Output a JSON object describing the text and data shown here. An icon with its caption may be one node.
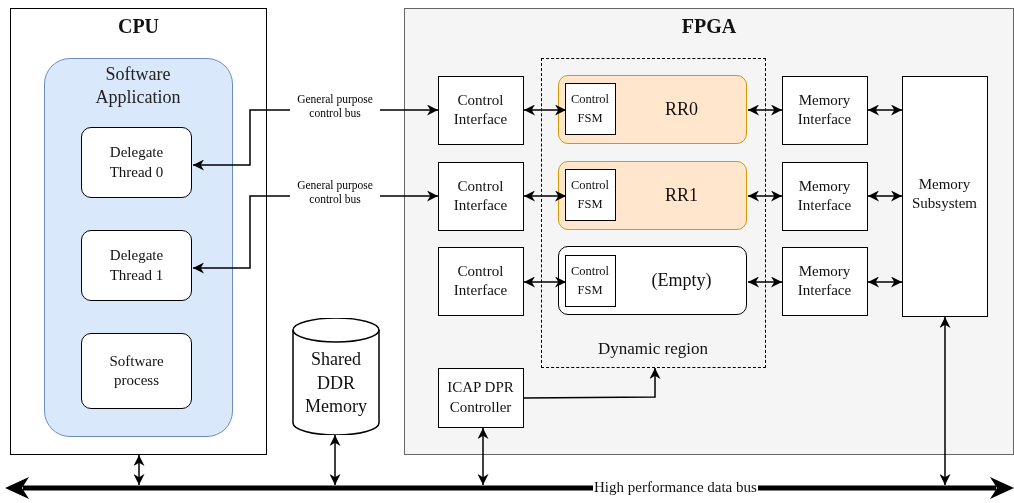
{
  "diagram": {
    "nodes": [
      {
        "text": [
          "CPU"
        ]
      },
      {
        "text": [
          "Software Application"
        ],
        "in": 0
      },
      {
        "text": [
          "Delegate Thread 0"
        ],
        "in": 1
      },
      {
        "text": [
          "Delegate Thread 1"
        ],
        "in": 1
      },
      {
        "text": [
          "Software process"
        ],
        "in": 1
      },
      {
        "text": [
          "Shared DDR Memory"
        ]
      },
      {
        "text": [
          "FPGA"
        ]
      },
      {
        "text": [
          "Control Interface"
        ],
        "in": 6
      },
      {
        "text": [
          "Control Interface"
        ],
        "in": 6
      },
      {
        "text": [
          "Control Interface"
        ],
        "in": 6
      },
      {
        "text": [
          "Dynamic region"
        ],
        "in": 6
      },
      {
        "text": [
          "RR0"
        ],
        "in": 10
      },
      {
        "text": [
          "Control FSM"
        ],
        "in": 11
      },
      {
        "text": [
          "RR1"
        ],
        "in": 10
      },
      {
        "text": [
          "Control FSM"
        ],
        "in": 13
      },
      {
        "text": [
          "(Empty)"
        ],
        "in": 10
      },
      {
        "text": [
          "Control FSM"
        ],
        "in": 15
      },
      {
        "text": [
          "Memory Interface"
        ],
        "in": 6
      },
      {
        "text": [
          "Memory Interface"
        ],
        "in": 6
      },
      {
        "text": [
          "Memory Interface"
        ],
        "in": 6
      },
      {
        "text": [
          "Memory Subsystem"
        ],
        "in": 6
      },
      {
        "text": [
          "ICAP DPR Controller"
        ],
        "in": 6
      },
      {
        "text": [
          "High performance data bus"
        ]
      }
    ],
    "edges": [
      {
        "from": 2,
        "to": 7,
        "arrow": "both",
        "label": "General purpose control bus"
      },
      {
        "from": 3,
        "to": 8,
        "arrow": "both",
        "label": "General purpose control bus"
      },
      {
        "from": 7,
        "to": 12,
        "arrow": "both"
      },
      {
        "from": 8,
        "to": 14,
        "arrow": "both"
      },
      {
        "from": 9,
        "to": 16,
        "arrow": "both"
      },
      {
        "from": 11,
        "to": 17,
        "arrow": "both"
      },
      {
        "from": 13,
        "to": 18,
        "arrow": "both"
      },
      {
        "from": 15,
        "to": 19,
        "arrow": "both"
      },
      {
        "from": 17,
        "to": 20,
        "arrow": "both"
      },
      {
        "from": 18,
        "to": 20,
        "arrow": "both"
      },
      {
        "from": 19,
        "to": 20,
        "arrow": "both"
      },
      {
        "from": 21,
        "to": 10,
        "arrow": "to"
      },
      {
        "from": 0,
        "to": 22,
        "arrow": "both"
      },
      {
        "from": 5,
        "to": 22,
        "arrow": "both"
      },
      {
        "from": 21,
        "to": 22,
        "arrow": "both"
      },
      {
        "from": 20,
        "to": 22,
        "arrow": "both"
      }
    ]
  }
}
